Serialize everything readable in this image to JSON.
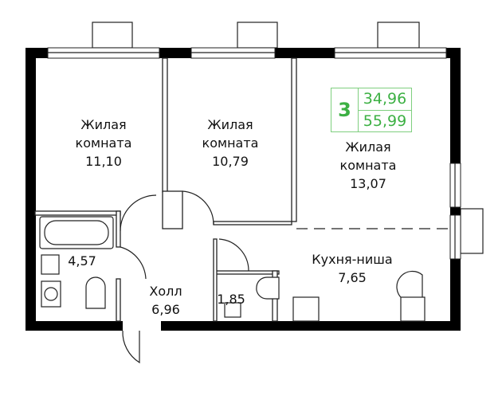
{
  "badge": {
    "rooms": "3",
    "living_area": "34,96",
    "total_area": "55,99",
    "color": "#3cb043"
  },
  "rooms": [
    {
      "name": "Жилая\nкомната",
      "line1": "Жилая",
      "line2": "комната",
      "area": "11,10"
    },
    {
      "line1": "Жилая",
      "line2": "комната",
      "area": "10,79"
    },
    {
      "line1": "Жилая",
      "line2": "комната",
      "area": "13,07"
    },
    {
      "line1": "Кухня-ниша",
      "area": "7,65"
    },
    {
      "line1": "Холл",
      "area": "6,96"
    },
    {
      "area": "4,57"
    },
    {
      "area": "1,85"
    }
  ]
}
